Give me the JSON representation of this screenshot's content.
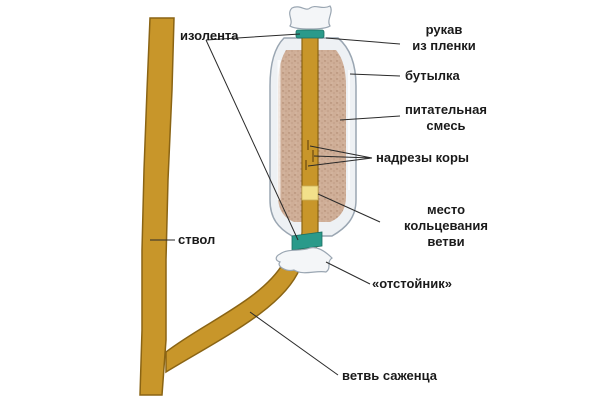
{
  "labels": {
    "insulating_tape": "изолента",
    "film_sleeve_line1": "рукав",
    "film_sleeve_line2": "из пленки",
    "bottle": "бутылка",
    "nutrient_mix_line1": "питательная",
    "nutrient_mix_line2": "смесь",
    "bark_cuts": "надрезы коры",
    "ringing_line1": "место",
    "ringing_line2": "кольцевания",
    "ringing_line3": "ветви",
    "sump": "«отстойник»",
    "trunk": "ствол",
    "seedling_branch": "ветвь саженца"
  },
  "colors": {
    "wood": "#c8962a",
    "wood_edge": "#8a6414",
    "tape": "#2a9a8a",
    "mix": "#c9a58e",
    "bottle": "#eef1f4",
    "ring": "#f2e08a"
  }
}
